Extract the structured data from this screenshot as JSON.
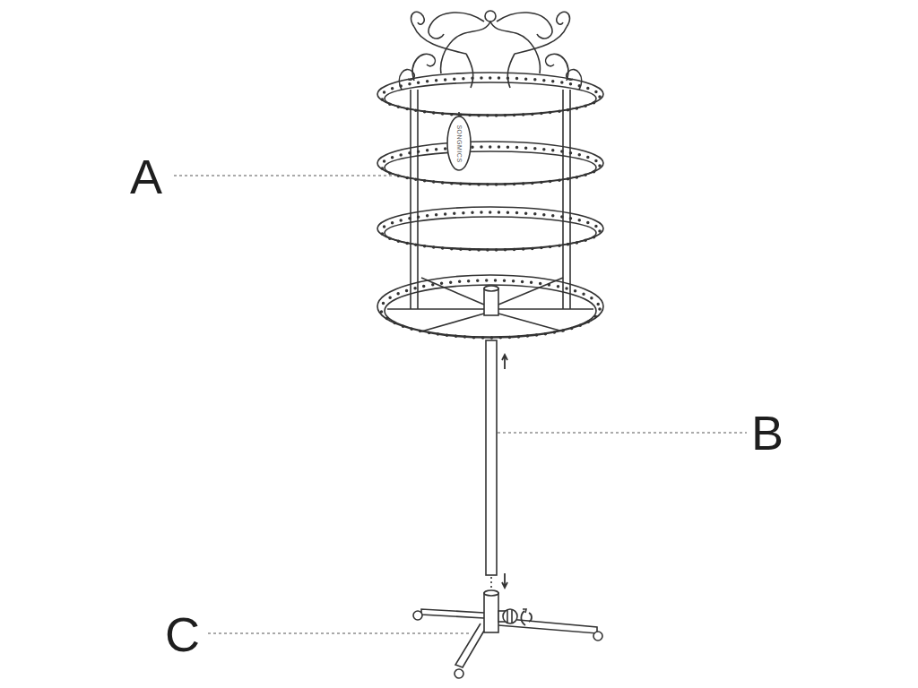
{
  "diagram": {
    "labels": [
      "A",
      "B",
      "C",
      "SONGMICS"
    ]
  }
}
